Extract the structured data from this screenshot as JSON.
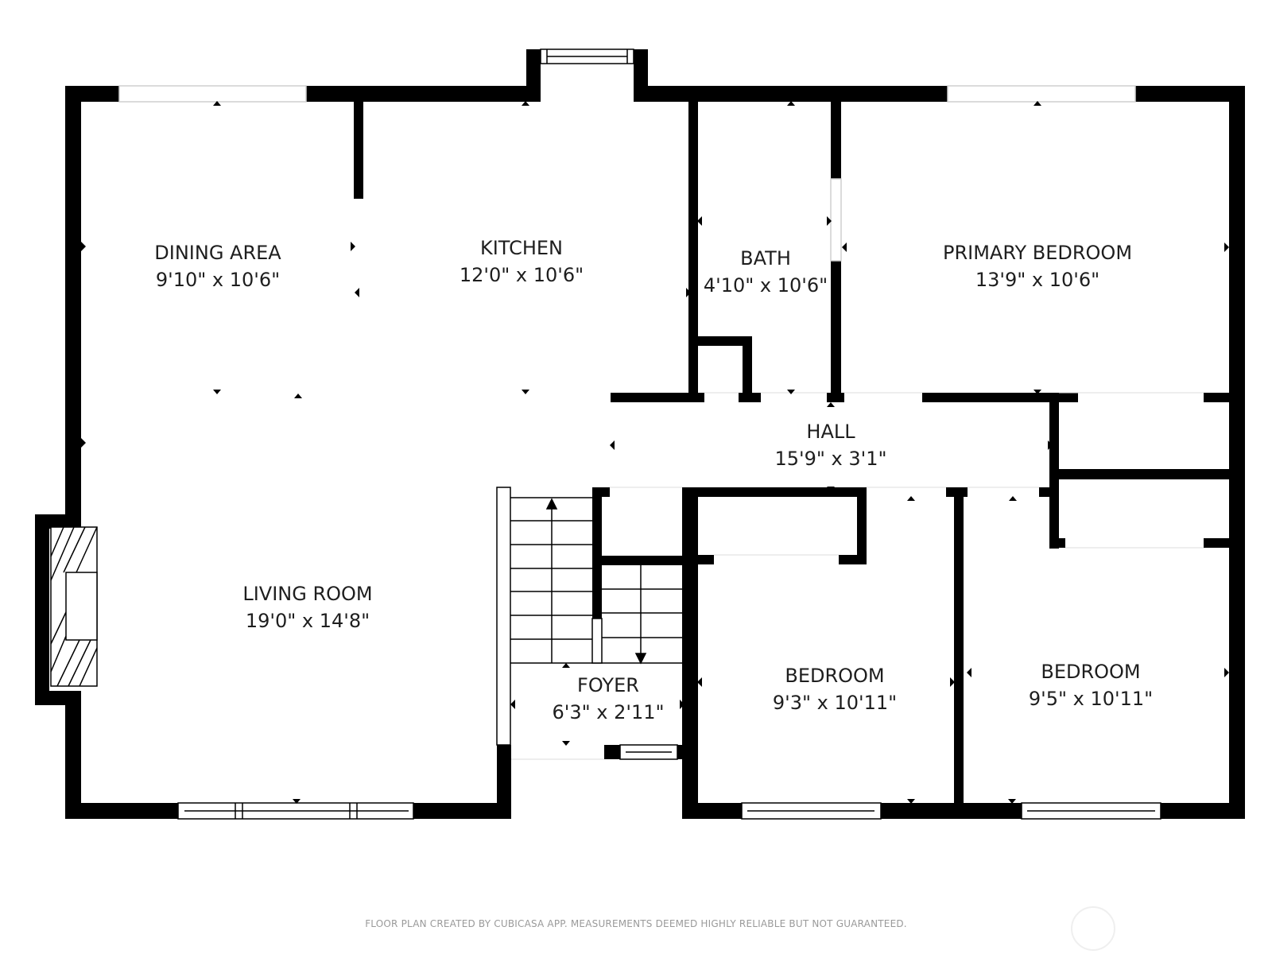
{
  "rooms": {
    "dining": {
      "name": "DINING AREA",
      "dims": "9'10\" x 10'6\""
    },
    "kitchen": {
      "name": "KITCHEN",
      "dims": "12'0\" x 10'6\""
    },
    "bath": {
      "name": "BATH",
      "dims": "4'10\" x 10'6\""
    },
    "primary": {
      "name": "PRIMARY BEDROOM",
      "dims": "13'9\" x 10'6\""
    },
    "hall": {
      "name": "HALL",
      "dims": "15'9\" x 3'1\""
    },
    "living": {
      "name": "LIVING ROOM",
      "dims": "19'0\" x 14'8\""
    },
    "foyer": {
      "name": "FOYER",
      "dims": "6'3\" x 2'11\""
    },
    "bedroom1": {
      "name": "BEDROOM",
      "dims": "9'3\" x 10'11\""
    },
    "bedroom2": {
      "name": "BEDROOM",
      "dims": "9'5\" x 10'11\""
    }
  },
  "footer": {
    "disclaimer": "FLOOR PLAN CREATED BY CUBICASA APP. MEASUREMENTS DEEMED HIGHLY RELIABLE BUT NOT GUARANTEED."
  },
  "colors": {
    "wall": "#000000",
    "window_line": "#cfcfcf",
    "label": "#1e1e1e",
    "footer": "#9a9a9a"
  }
}
